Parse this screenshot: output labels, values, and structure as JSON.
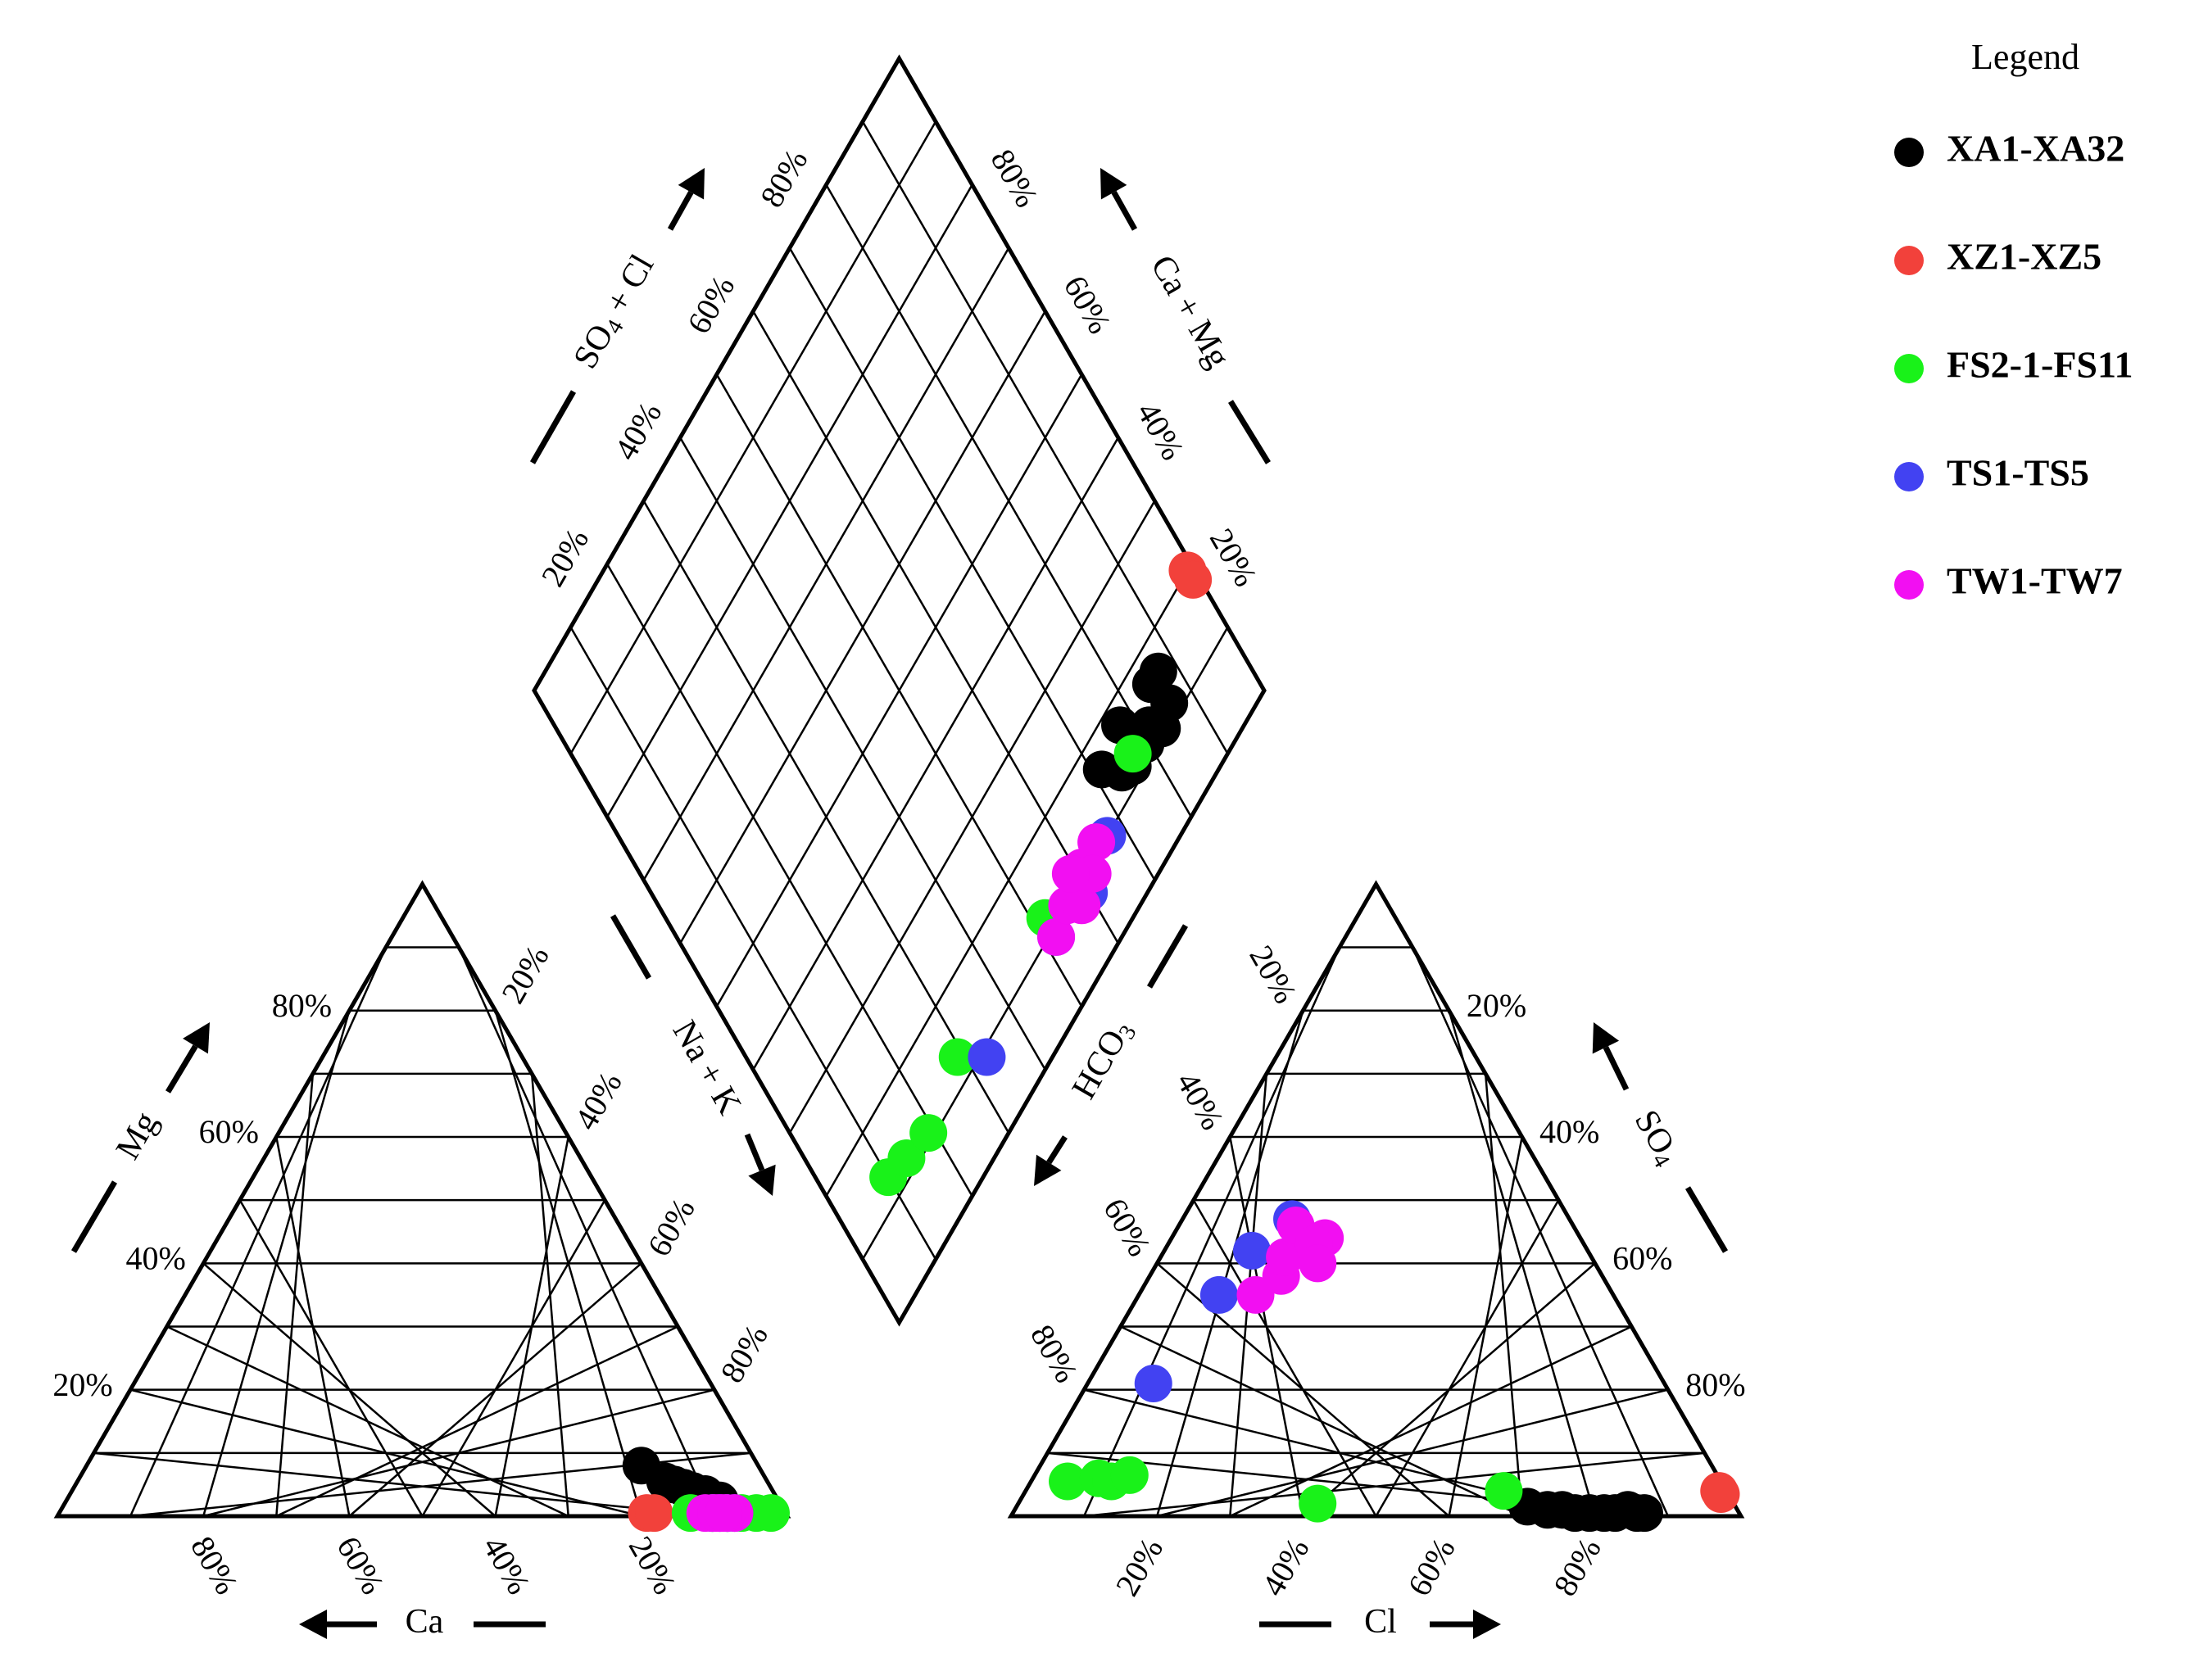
{
  "chart_data": {
    "type": "scatter",
    "subtype": "piper-diagram",
    "title": "",
    "legend": {
      "title": "Legend",
      "placement": "right",
      "entries": [
        {
          "name": "XA1-XA32",
          "color": "#000000"
        },
        {
          "name": "XZ1-XZ5",
          "color": "#f2413b"
        },
        {
          "name": "FS2-1-FS11",
          "color": "#19f219"
        },
        {
          "name": "TS1-TS5",
          "color": "#4242f2"
        },
        {
          "name": "TW1-TW7",
          "color": "#f20ff2"
        }
      ]
    },
    "axes": {
      "cation_bottom": {
        "label": "Ca",
        "ticks": [
          "80%",
          "60%",
          "40%",
          "20%"
        ]
      },
      "cation_left": {
        "label": "Mg",
        "ticks": [
          "20%",
          "40%",
          "60%",
          "80%"
        ]
      },
      "cation_right": {
        "label": "Na + K",
        "ticks": [
          "20%",
          "40%",
          "60%",
          "80%"
        ]
      },
      "anion_bottom": {
        "label": "Cl",
        "ticks": [
          "20%",
          "40%",
          "60%",
          "80%"
        ]
      },
      "anion_right": {
        "label": "SO",
        "label_sub": "4",
        "ticks": [
          "80%",
          "60%",
          "40%",
          "20%"
        ]
      },
      "anion_left": {
        "label": "HCO",
        "label_sub": "3",
        "ticks": [
          "20%",
          "40%",
          "60%",
          "80%"
        ]
      },
      "diamond_upper_left": {
        "label": "SO",
        "label_sub": "4",
        "label_tail": " + Cl",
        "ticks": [
          "20%",
          "40%",
          "60%",
          "80%"
        ]
      },
      "diamond_upper_right": {
        "label": "Ca + Mg",
        "ticks": [
          "20%",
          "40%",
          "60%",
          "80%"
        ]
      }
    },
    "grid": true,
    "units": "percent of meq/L",
    "series": [
      {
        "name": "XA1-XA32",
        "color": "#000000",
        "cation_mg": [
          8,
          5.5,
          4.5,
          5,
          4,
          3.5,
          3,
          4.5,
          3.5,
          2.5
        ],
        "cation_ca": [
          16,
          14,
          12,
          13,
          11,
          10.5,
          10,
          12,
          9.5,
          8
        ],
        "anion_so4": [
          1.5,
          1,
          1,
          0.5,
          0.5,
          0.5,
          0.5,
          1,
          0.5,
          0.5
        ],
        "anion_cl": [
          70,
          73,
          75,
          77,
          79,
          81,
          82.5,
          84,
          85.5,
          86.5
        ],
        "diamond_so4cl": [
          71.5,
          74,
          76,
          77.5,
          79.5,
          81.5,
          83,
          85,
          86,
          87
        ],
        "diamond_camg": [
          16,
          13,
          12,
          17,
          12,
          13,
          11,
          16,
          12,
          16
        ]
      },
      {
        "name": "XZ1-XZ5",
        "color": "#f2413b",
        "cation_mg": [
          0.5,
          0.5
        ],
        "cation_ca": [
          19,
          18
        ],
        "anion_so4": [
          4,
          3.5
        ],
        "anion_cl": [
          95,
          95.5
        ],
        "diamond_so4cl": [
          99,
          99
        ],
        "diamond_camg": [
          20,
          18.5
        ]
      },
      {
        "name": "FS2-1-FS11",
        "color": "#19f219",
        "cation_mg": [
          0.5,
          0.5,
          0.5,
          0.5,
          0.5,
          0.5
        ],
        "cation_ca": [
          13,
          10,
          8,
          6,
          4,
          2
        ],
        "anion_so4": [
          5.5,
          6,
          5.5,
          6.5,
          2,
          4
        ],
        "anion_cl": [
          5,
          9,
          11,
          13,
          41,
          65.5
        ],
        "diamond_so4cl": [
          10,
          14,
          19,
          29,
          52,
          77
        ],
        "diamond_camg": [
          13,
          12,
          11,
          13,
          12,
          13
        ]
      },
      {
        "name": "TS1-TS5",
        "color": "#4242f2",
        "cation_mg": [
          0.5,
          0.5,
          0.5,
          0.5
        ],
        "cation_ca": [
          7,
          8,
          9,
          10
        ],
        "anion_so4": [
          21,
          35,
          42,
          47
        ],
        "anion_cl": [
          9,
          11,
          12,
          15
        ],
        "diamond_so4cl": [
          33,
          52,
          60,
          67
        ],
        "diamond_camg": [
          9,
          9,
          8,
          10
        ]
      },
      {
        "name": "TW1-TW7",
        "color": "#f20ff2",
        "cation_mg": [
          0.5,
          0.5,
          0.5,
          0.5,
          0.5,
          0.5,
          0.5
        ],
        "cation_ca": [
          7,
          8,
          9,
          10,
          11,
          9.5,
          8.5
        ],
        "anion_so4": [
          35,
          38,
          41,
          44,
          46,
          43,
          40
        ],
        "anion_cl": [
          16,
          18,
          17,
          21,
          16,
          20,
          22
        ],
        "diamond_so4cl": [
          52,
          56,
          58,
          61,
          65,
          62,
          59
        ],
        "diamond_camg": [
          9,
          10,
          8,
          11,
          11,
          9,
          12
        ]
      }
    ]
  }
}
